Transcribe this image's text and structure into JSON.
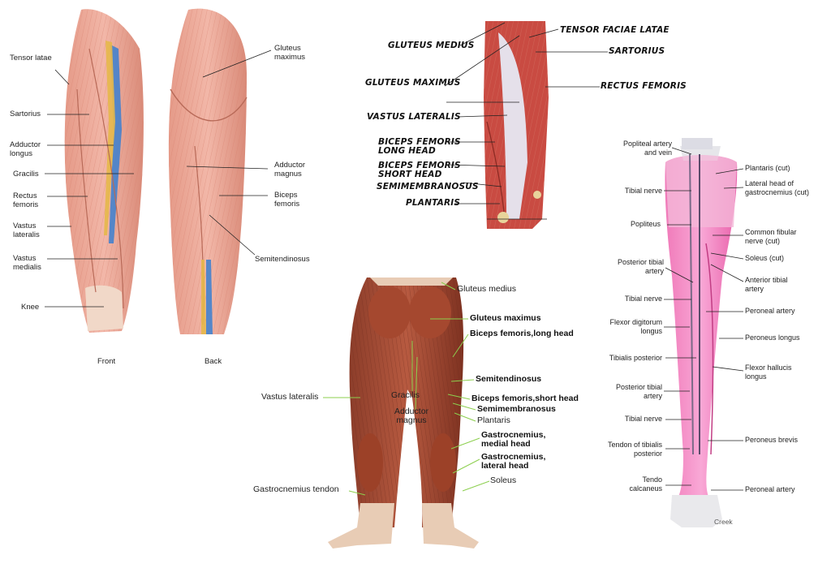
{
  "panel1": {
    "labels": {
      "tensor_latae": "Tensor latae",
      "sartorius": "Sartorius",
      "adductor_longus": "Adductor\nlongus",
      "gracilis": "Gracilis",
      "rectus_femoris": "Rectus\nfemoris",
      "vastus_lateralis": "Vastus\nlateralis",
      "vastus_medialis": "Vastus\nmedialis",
      "knee": "Knee",
      "gluteus_maximus": "Gluteus\nmaximus",
      "adductor_magnus": "Adductor\nmagnus",
      "biceps_femoris": "Biceps\nfemoris",
      "semitendinosus": "Semitendinosus"
    },
    "captions": {
      "front": "Front",
      "back": "Back"
    }
  },
  "panel2": {
    "labels": {
      "gluteus_medius": "GLUTEUS MEDIUS",
      "gluteus_maximus": "GLUTEUS MAXIMUS",
      "vastus_lateralis": "VASTUS LATERALIS",
      "biceps_long": "BICEPS FEMORIS\nLONG HEAD",
      "biceps_short": "BICEPS FEMORIS\nSHORT HEAD",
      "semimembranosus": "SEMIMEMBRANOSUS",
      "plantaris": "PLANTARIS",
      "tensor_fasciae_latae": "TENSOR FACIAE LATAE",
      "sartorius": "SARTORIUS",
      "rectus_femoris": "RECTUS FEMORIS"
    }
  },
  "panel3": {
    "labels": {
      "gluteus_medius": "Gluteus medius",
      "gluteus_maximus": "Gluteus maximus",
      "biceps_long": "Biceps femoris,long head",
      "semitendinosus": "Semitendinosus",
      "biceps_short": "Biceps femoris,short head",
      "semimembranosus": "Semimembranosus",
      "plantaris": "Plantaris",
      "gastroc_medial": "Gastrocnemius,\nmedial head",
      "gastroc_lateral": "Gastrocnemius,\nlateral head",
      "soleus": "Soleus",
      "vastus_lateralis": "Vastus lateralis",
      "gracilis": "Gracilis",
      "adductor_magnus": "Adductor\nmagnus",
      "gastroc_tendon": "Gastrocnemius tendon"
    }
  },
  "panel4": {
    "labels": {
      "popliteal": "Popliteal artery\nand vein",
      "tibial_nerve1": "Tibial nerve",
      "popliteus": "Popliteus",
      "post_tibial_artery1": "Posterior tibial\nartery",
      "tibial_nerve2": "Tibial nerve",
      "flexor_digitorum": "Flexor digitorum\nlongus",
      "tibialis_posterior": "Tibialis posterior",
      "post_tibial_artery2": "Posterior tibial\nartery",
      "tibial_nerve3": "Tibial nerve",
      "tendon_tibialis": "Tendon of tibialis\nposterior",
      "tendo_calcaneus": "Tendo\ncalcaneus",
      "plantaris_cut": "Plantaris (cut)",
      "lateral_gastroc": "Lateral head of\ngastrocnemius (cut)",
      "common_fibular": "Common fibular\nnerve (cut)",
      "soleus_cut": "Soleus (cut)",
      "anterior_tibial": "Anterior tibial\nartery",
      "peroneal_artery1": "Peroneal artery",
      "peroneus_longus": "Peroneus longus",
      "flexor_hallucis": "Flexor hallucis\nlongus",
      "peroneus_brevis": "Peroneus brevis",
      "peroneal_artery2": "Peroneal artery",
      "signature": "Creek"
    }
  }
}
